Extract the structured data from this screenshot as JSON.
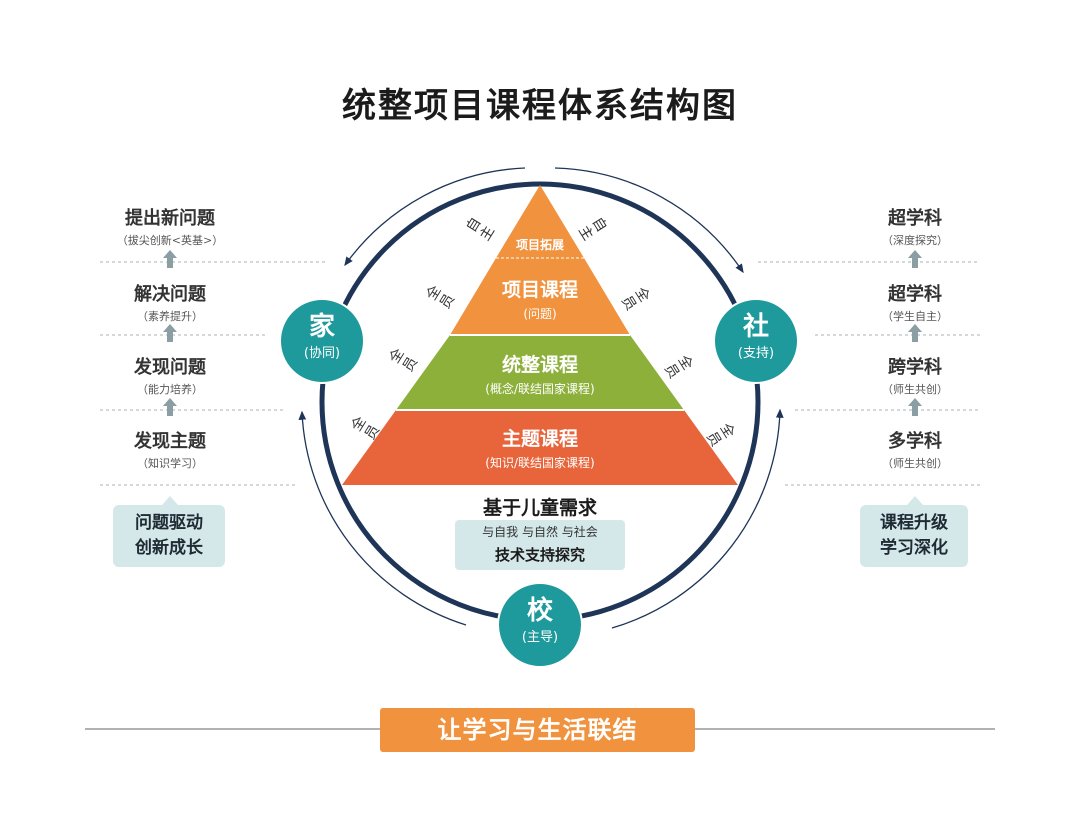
{
  "title": "统整项目课程体系结构图",
  "left_column": {
    "steps": [
      {
        "main": "提出新问题",
        "sub": "（拔尖创新<英基>）"
      },
      {
        "main": "解决问题",
        "sub": "（素养提升）"
      },
      {
        "main": "发现问题",
        "sub": "（能力培养）"
      },
      {
        "main": "发现主题",
        "sub": "（知识学习）"
      }
    ],
    "box_lines": [
      "问题驱动",
      "创新成长"
    ]
  },
  "right_column": {
    "steps": [
      {
        "main": "超学科",
        "sub": "（深度探究）"
      },
      {
        "main": "超学科",
        "sub": "（学生自主）"
      },
      {
        "main": "跨学科",
        "sub": "（师生共创）"
      },
      {
        "main": "多学科",
        "sub": "（师生共创）"
      }
    ],
    "box_lines": [
      "课程升级",
      "学习深化"
    ]
  },
  "nodes": {
    "home": {
      "main": "家",
      "sub": "(协同)"
    },
    "society": {
      "main": "社",
      "sub": "(支持)"
    },
    "school": {
      "main": "校",
      "sub": "(主导)"
    }
  },
  "pyramid": {
    "top": "项目拓展",
    "levels": [
      {
        "main": "项目课程",
        "sub": "(问题)"
      },
      {
        "main": "统整课程",
        "sub": "(概念/联结国家课程)"
      },
      {
        "main": "主题课程",
        "sub": "(知识/联结国家课程)"
      }
    ],
    "side_top": "自主",
    "side_label": "全员"
  },
  "base": {
    "title": "基于儿童需求",
    "relations": "与自我  与自然  与社会",
    "support": "技术支持探究"
  },
  "banner": "让学习与生活联结",
  "colors": {
    "orange": "#f0923e",
    "green": "#8db03a",
    "red_orange": "#e8643a",
    "teal": "#1e9a9c",
    "navy": "#1f3558",
    "box": "#d4e8ea"
  }
}
